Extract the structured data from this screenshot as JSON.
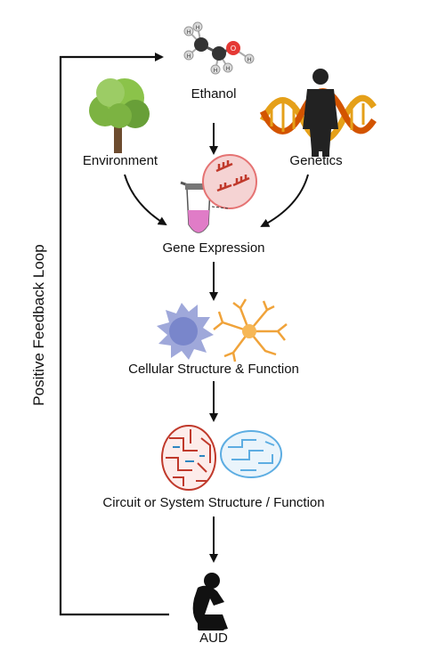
{
  "nodes": {
    "ethanol": "Ethanol",
    "environment": "Environment",
    "genetics": "Genetics",
    "gene_expression": "Gene Expression",
    "cellular": "Cellular Structure & Function",
    "circuit": "Circuit or System Structure / Function",
    "aud": "AUD"
  },
  "loop_label": "Positive Feedback Loop",
  "molecule_atoms": [
    "H",
    "H",
    "H",
    "H",
    "H",
    "O",
    "H"
  ],
  "colors": {
    "arrow": "#111111",
    "tree_leaves": "#7cb342",
    "dna_gold": "#e5a019",
    "dna_orange": "#d35400",
    "neuron_orange": "#f0a33a",
    "cell_purple": "#9fa8da",
    "brain_red": "#c0392b",
    "brain_blue": "#5dade2",
    "tube_pink": "#e07cc7"
  }
}
